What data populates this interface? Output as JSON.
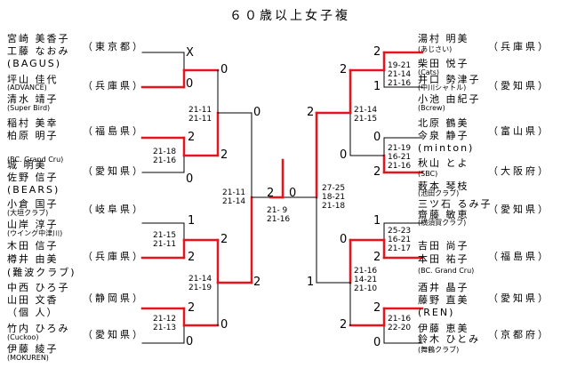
{
  "title": "６０歳以上女子複",
  "left_pairs": [
    {
      "lines": [
        "宮崎 美香子",
        "工藤 なおみ",
        "(BAGUS)"
      ],
      "pref": "（東京都）"
    },
    {
      "lines": [
        "坪山 佳代",
        "(ADVANCE)",
        "清水 靖子",
        "(Super Bird)"
      ],
      "pref": "（兵庫県）"
    },
    {
      "lines": [
        "稲村 美幸",
        "柏原 明子",
        "(BC. Grand Cru)"
      ],
      "pref": "（福島県）"
    },
    {
      "lines": [
        "城 明美",
        "佐野 信子",
        "(BEARS)"
      ],
      "pref": "（愛知県）"
    },
    {
      "lines": [
        "小倉 国子",
        "(大垣クラブ)",
        "山岸 淳子",
        "(ウイング中津川)"
      ],
      "pref": "（岐阜県）"
    },
    {
      "lines": [
        "木田 信子",
        "樽井 由美",
        "(難波クラブ)"
      ],
      "pref": "（兵庫県）"
    },
    {
      "lines": [
        "中西 ひろ子",
        "山田 文香",
        "（個 人）"
      ],
      "pref": "（静岡県）"
    },
    {
      "lines": [
        "竹内 ひろみ",
        "(Cuckoo)",
        "伊藤 綾子",
        "(MOKUREN)"
      ],
      "pref": "（愛知県）"
    }
  ],
  "right_pairs": [
    {
      "lines": [
        "湯村 明美",
        "(あじさい)",
        "柴田 悦子",
        "(Cats)"
      ],
      "pref": "（兵庫県）"
    },
    {
      "lines": [
        "井口 勢津子",
        "(中川シャトル)",
        "小池 由紀子",
        "(Bcrew)"
      ],
      "pref": "（愛知県）"
    },
    {
      "lines": [
        "北原 鶴美",
        "今泉 静子",
        "(minton)"
      ],
      "pref": "（富山県）"
    },
    {
      "lines": [
        "秋山 とよ",
        "(SBC)",
        "薮本 琴枝",
        "(池田クラブ)"
      ],
      "pref": "（大阪府）"
    },
    {
      "lines": [
        "三ツ石 るみ子",
        "齋藤 敏恵",
        "(横須賀クラブ)"
      ],
      "pref": "（愛知県）"
    },
    {
      "lines": [
        "吉田 尚子",
        "本田 祐子",
        "(BC. Grand Cru)"
      ],
      "pref": "（福島県）"
    },
    {
      "lines": [
        "酒井 晶子",
        "藤野 直美",
        "(REN)"
      ],
      "pref": "（愛知県）"
    },
    {
      "lines": [
        "伊藤 恵美",
        "鈴木 ひとみ",
        "(舞鶴クラブ)"
      ],
      "pref": "（京都府）"
    }
  ],
  "wins": {
    "L1a": "X",
    "L1b": "0",
    "L1c": "2",
    "L1d": "0",
    "L1e": "1",
    "L1f": "2",
    "L1g": "2",
    "L1h": "0",
    "L2a": "0",
    "L2b": "2",
    "L2c": "2",
    "L2d": "0",
    "L3a": "0",
    "L3b": "2",
    "Fl": "2",
    "Fr": "0",
    "R1a": "2",
    "R1b": "1",
    "R1c": "0",
    "R1d": "2",
    "R1e": "1",
    "R1f": "2",
    "R1g": "2",
    "R1h": "0",
    "R2a": "2",
    "R2b": "0",
    "R2c": "0",
    "R2d": "2",
    "R3a": "2",
    "R3b": "1"
  },
  "scores": {
    "L1_2": [
      "21-18",
      "21-16"
    ],
    "L1_3": [
      "21-15",
      "21-11"
    ],
    "L1_4": [
      "21-12",
      "21-13"
    ],
    "L2_1": [
      "21-11",
      "21-11"
    ],
    "L2_2": [
      "21-14",
      "21-19"
    ],
    "L3": [
      "21-11",
      "21-14"
    ],
    "F": [
      "21- 9",
      "21-16"
    ],
    "R1_1": [
      "19-21",
      "21-14",
      "21-16"
    ],
    "R1_2": [
      "21-19",
      "16-21",
      "21-16"
    ],
    "R1_3": [
      "25-23",
      "16-21",
      "21-17"
    ],
    "R1_4": [
      "21-16",
      "22-20"
    ],
    "R2_1": [
      "21-14",
      "21-15"
    ],
    "R2_2": [
      "21-16",
      "14-21",
      "21-10"
    ],
    "R3": [
      "27-25",
      "18-21",
      "21-18"
    ]
  }
}
